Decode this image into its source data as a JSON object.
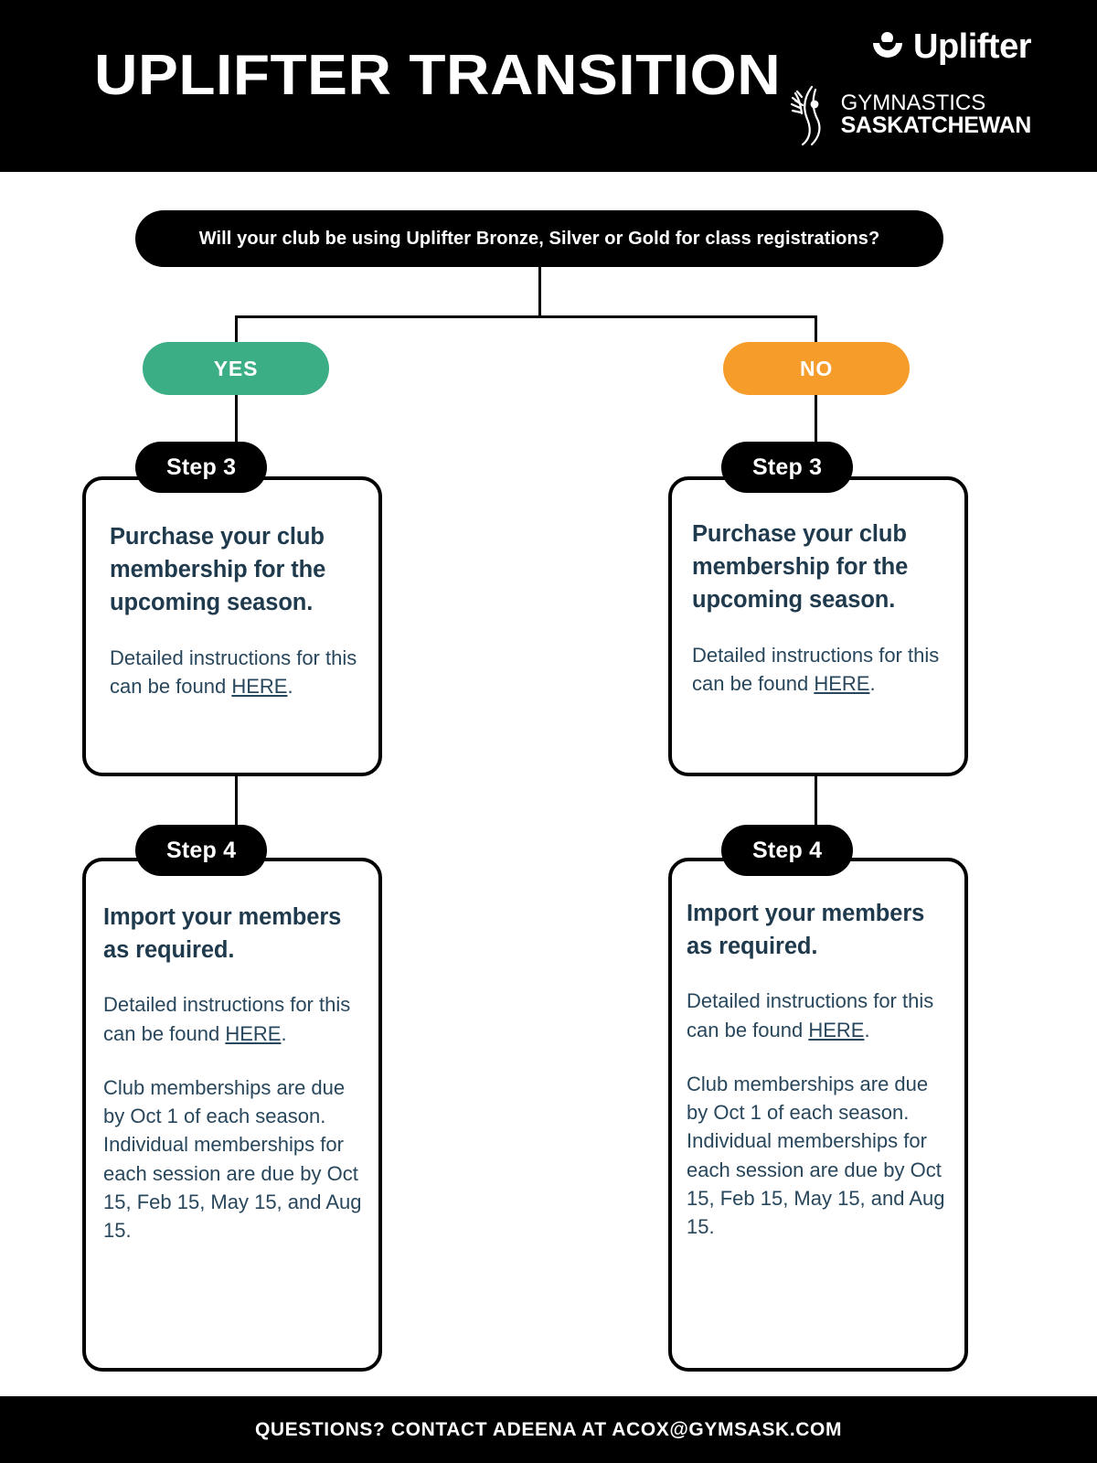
{
  "header": {
    "title": "UPLIFTER TRANSITION",
    "background_color": "#000000",
    "uplifter_logo": {
      "wordmark": "Uplifter",
      "icon": "uplifter-bowl-icon"
    },
    "gymsask_logo": {
      "line1": "GYMNASTICS",
      "line2": "SASKATCHEWAN",
      "icon": "gymnast-figure-icon"
    }
  },
  "flow": {
    "question": "Will your club be using Uplifter Bronze, Silver or Gold for class registrations?",
    "answers": {
      "yes": {
        "label": "YES",
        "color": "#3CAE86"
      },
      "no": {
        "label": "NO",
        "color": "#F59C2B"
      }
    },
    "branches": [
      {
        "branch": "yes",
        "steps": [
          {
            "badge": "Step 3",
            "heading": "Purchase your club membership for the upcoming season.",
            "paragraphs": [
              {
                "pre": "Detailed instructions for this can be found ",
                "link": "HERE",
                "post": "."
              }
            ]
          },
          {
            "badge": "Step 4",
            "heading": "Import your members as required.",
            "paragraphs": [
              {
                "pre": "Detailed instructions for this can be found ",
                "link": "HERE",
                "post": "."
              },
              {
                "pre": "Club memberships are due by Oct 1 of each season.\nIndividual memberships for each session are due by Oct 15, Feb 15, May 15, and Aug 15.",
                "link": "",
                "post": ""
              }
            ]
          }
        ]
      },
      {
        "branch": "no",
        "steps": [
          {
            "badge": "Step 3",
            "heading": "Purchase your club membership for the upcoming season.",
            "paragraphs": [
              {
                "pre": "Detailed instructions for this can be found ",
                "link": "HERE",
                "post": "."
              }
            ]
          },
          {
            "badge": "Step 4",
            "heading": "Import your members as required.",
            "paragraphs": [
              {
                "pre": "Detailed instructions for this can be found ",
                "link": "HERE",
                "post": "."
              },
              {
                "pre": "Club memberships are due by Oct 1 of each season.\nIndividual memberships for each session are due by Oct 15, Feb 15, May 15, and Aug 15.",
                "link": "",
                "post": ""
              }
            ]
          }
        ]
      }
    ]
  },
  "footer": {
    "text": "QUESTIONS? CONTACT ADEENA AT ACOX@GYMSASK.COM",
    "background_color": "#000000"
  },
  "colors": {
    "text_navy": "#1F3A4D",
    "body_navy": "#28475C",
    "black": "#000000",
    "white": "#FFFFFF"
  }
}
